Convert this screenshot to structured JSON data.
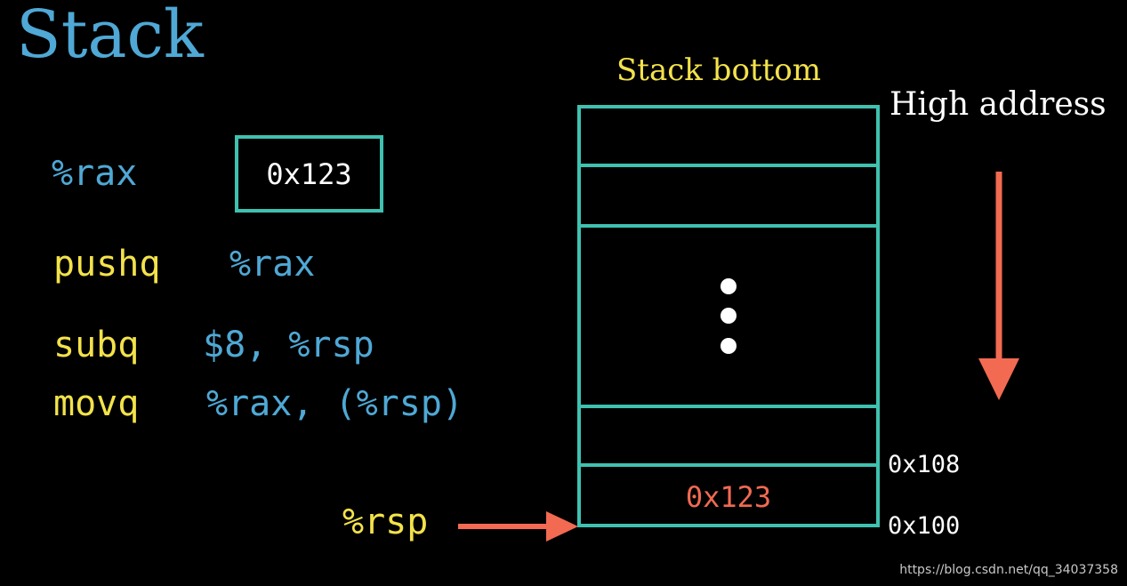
{
  "title": "Stack",
  "register": {
    "name": "%rax",
    "value": "0x123"
  },
  "instructions": [
    {
      "op": "pushq",
      "args": "%rax"
    },
    {
      "op": "subq",
      "args": "$8, %rsp"
    },
    {
      "op": "movq",
      "args": "%rax, (%rsp)"
    }
  ],
  "stack": {
    "bottom_label": "Stack bottom",
    "high_address_label": "High address",
    "addresses": [
      "0x108",
      "0x100"
    ],
    "top_cell_value": "0x123",
    "pointer_label": "%rsp"
  },
  "watermark": "https://blog.csdn.net/qq_34037358",
  "colors": {
    "title": "#4fa8d5",
    "register": "#4fa8d5",
    "operand": "#4fa8d5",
    "opcode": "#f3e24a",
    "stack_border": "#3fc1b0",
    "arrow": "#f26a52",
    "cell_value": "#f26a52",
    "stack_bottom_label": "#f3e24a",
    "pointer_label": "#f3e24a",
    "text": "#ffffff",
    "watermark": "#c8c8c8"
  },
  "icons": {
    "ellipsis": "vertical-dots-icon",
    "growth_arrow": "arrow-down-icon",
    "pointer_arrow": "arrow-right-icon"
  }
}
